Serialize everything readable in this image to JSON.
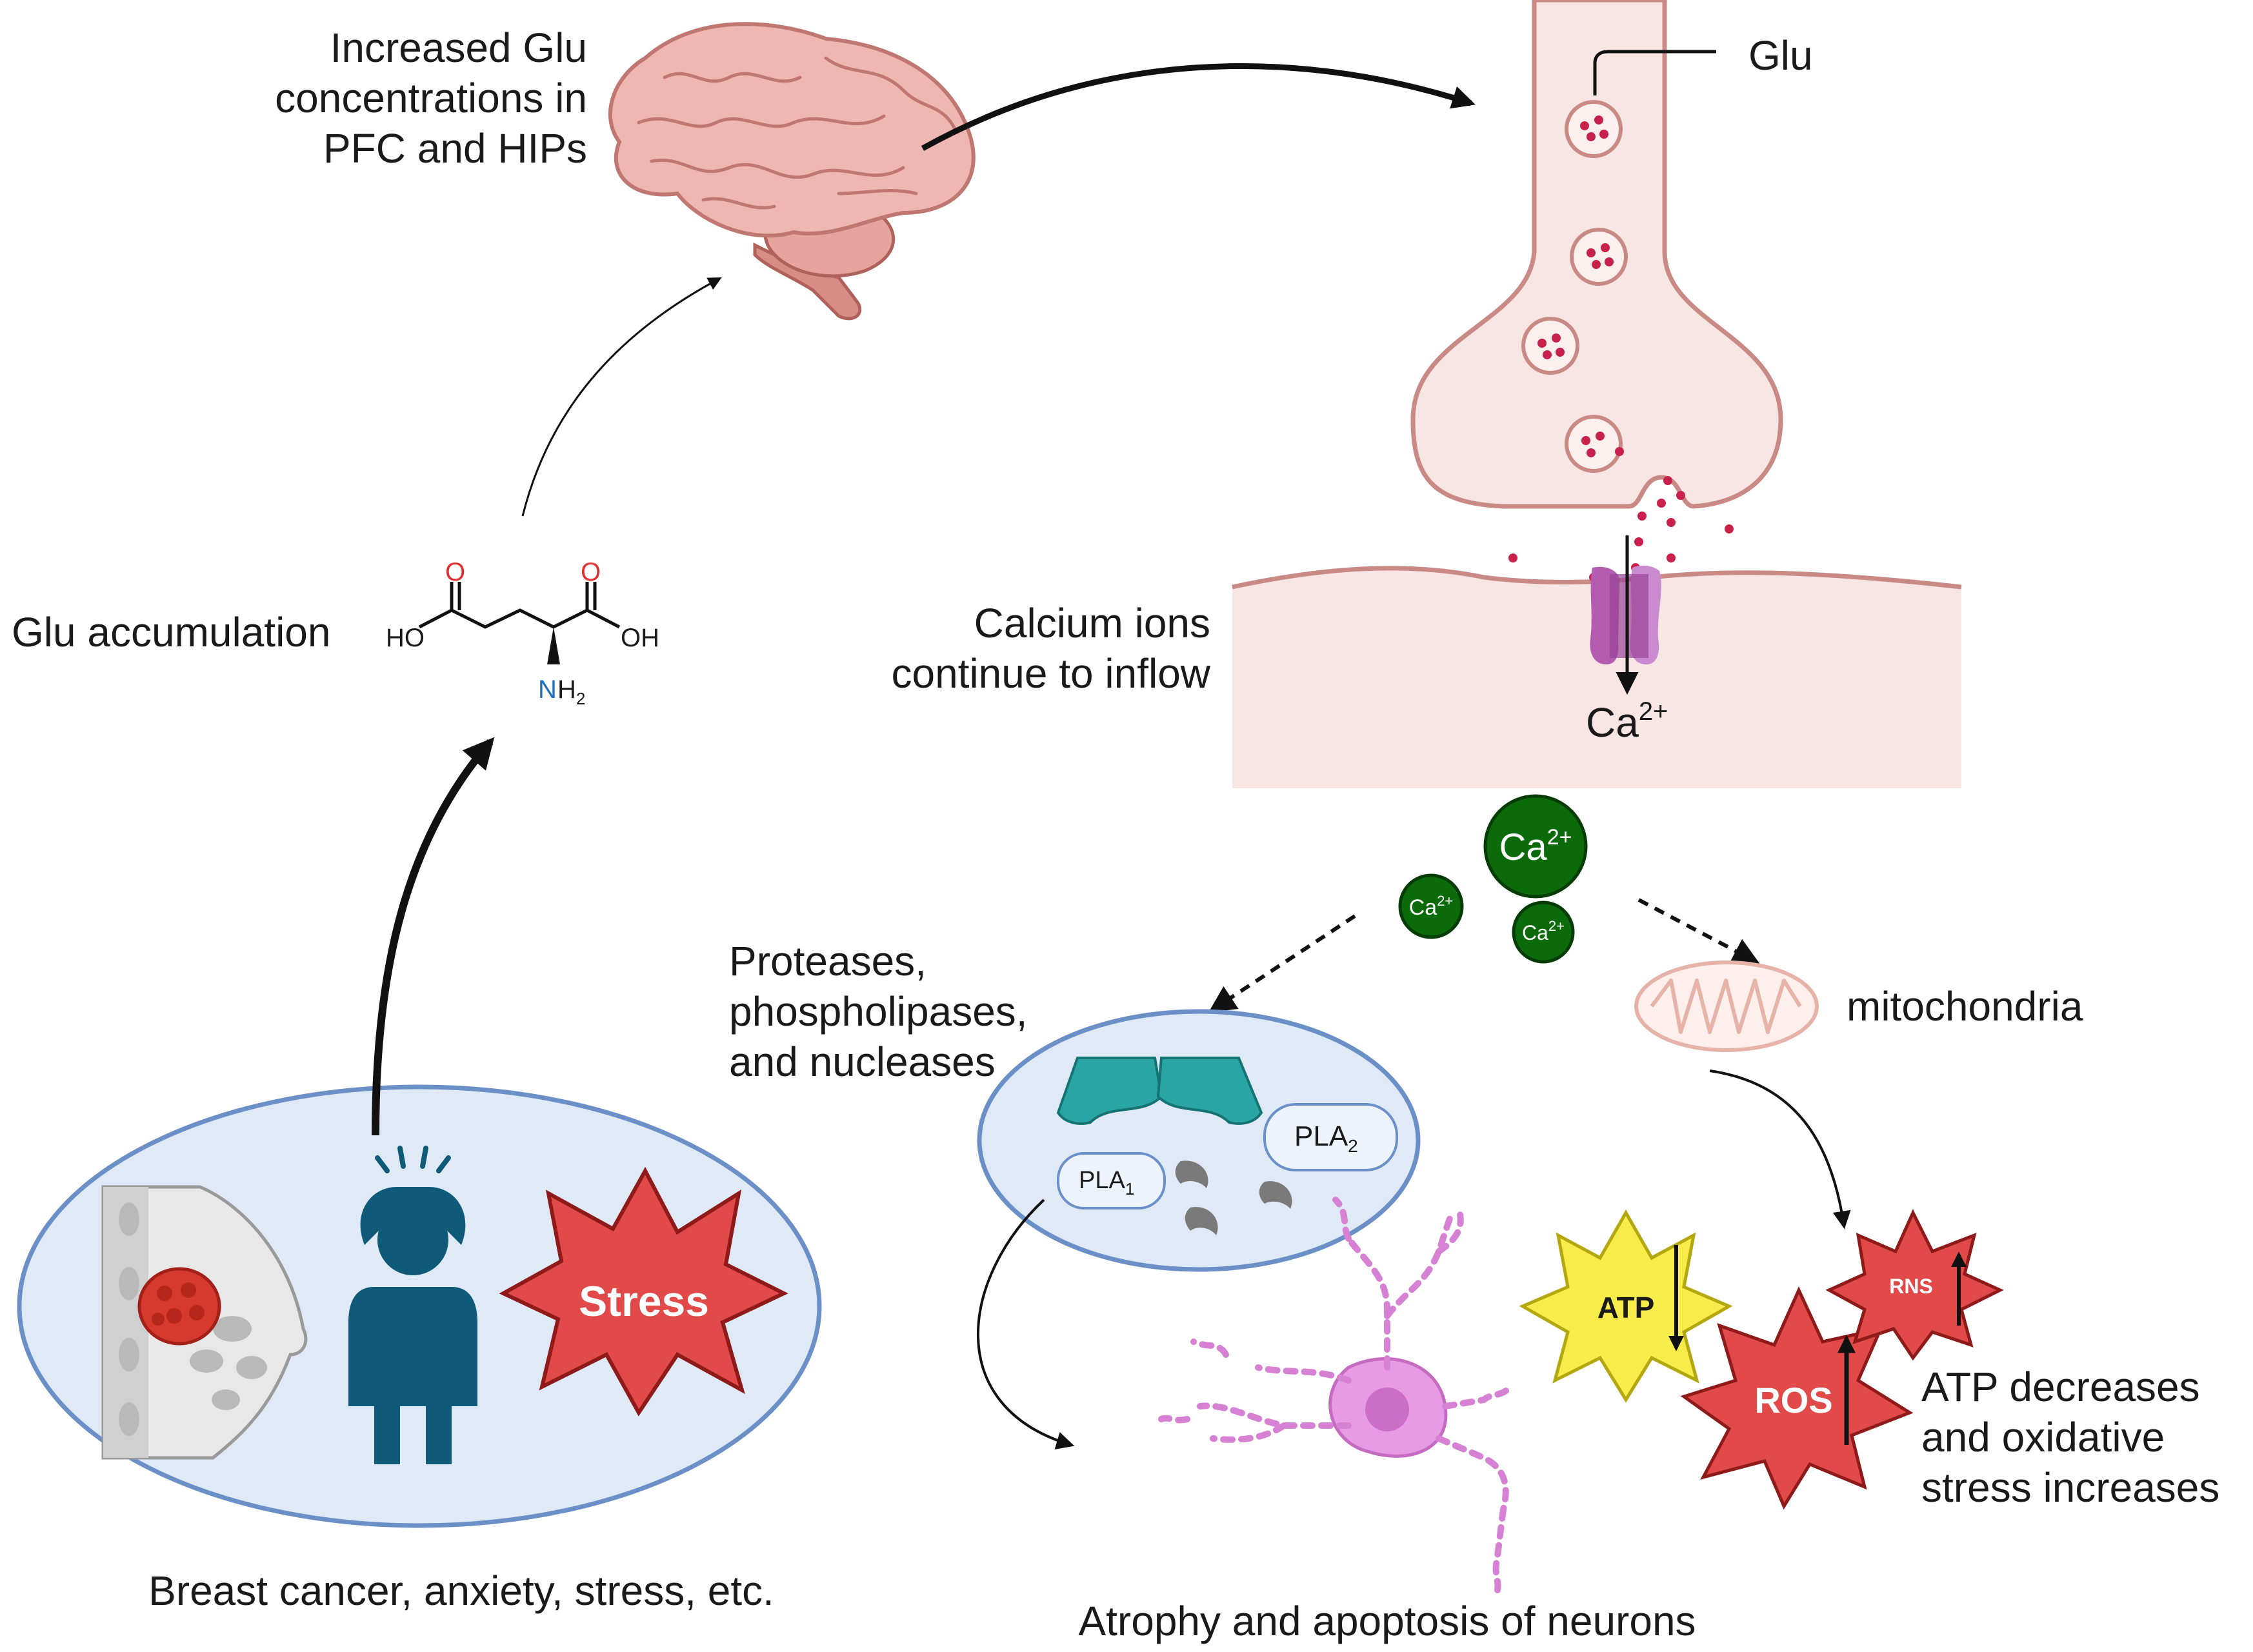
{
  "labels": {
    "glu_concentration_1": "Increased Glu",
    "glu_concentration_2": "concentrations in",
    "glu_concentration_3": "PFC and HIPs",
    "glu_synapse": "Glu",
    "glu_accumulation": "Glu accumulation",
    "calcium_inflow_1": "Calcium ions",
    "calcium_inflow_2": "continue to inflow",
    "ca_membrane": "Ca",
    "ca_membrane_sup": "2+",
    "ca_large": "Ca",
    "ca_large_sup": "2+",
    "ca_small_1": "Ca",
    "ca_small_1_sup": "2+",
    "ca_small_2": "Ca",
    "ca_small_2_sup": "2+",
    "enzymes_1": "Proteases,",
    "enzymes_2": "phospholipases,",
    "enzymes_3": "and nucleases",
    "pla1": "PLA",
    "pla1_sub": "1",
    "pla2": "PLA",
    "pla2_sub": "2",
    "mitochondria": "mitochondria",
    "atp": "ATP",
    "ros": "ROS",
    "rns": "RNS",
    "atp_stress_1": "ATP decreases",
    "atp_stress_2": "and oxidative",
    "atp_stress_3": "stress increases",
    "stress_burst": "Stress",
    "causes": "Breast cancer, anxiety, stress, etc.",
    "apoptosis": "Atrophy and apoptosis of neurons",
    "molecule_ho": "HO",
    "molecule_oh": "OH",
    "molecule_o1": "O",
    "molecule_o2": "O",
    "molecule_n": "N",
    "molecule_h2": "H",
    "molecule_h2_sub": "2"
  },
  "icons": {
    "brain": "brain-icon",
    "synapse": "synapse-icon",
    "receptor": "receptor-channel-icon",
    "glutamate": "glutamate-molecule-icon",
    "breast": "breast-tumor-icon",
    "person": "anxious-person-icon",
    "mitochondrion": "mitochondrion-icon",
    "enzymes": "enzyme-vesicle-icon",
    "neuron": "degenerating-neuron-icon"
  },
  "colors": {
    "calcium": "#0b6b0b",
    "stress_red": "#e24a4a",
    "atp_yellow": "#f7ec4a",
    "membrane_pink": "#f7e6e3",
    "membrane_line": "#c98a86",
    "vesicle_dot": "#c8214b",
    "ellipse_fill": "#dfeaf6",
    "ellipse_line": "#6b8fc7",
    "person_blue": "#0f5a78",
    "receptor_purple": "#b35cb0",
    "enzyme_teal": "#2aa5a5"
  }
}
